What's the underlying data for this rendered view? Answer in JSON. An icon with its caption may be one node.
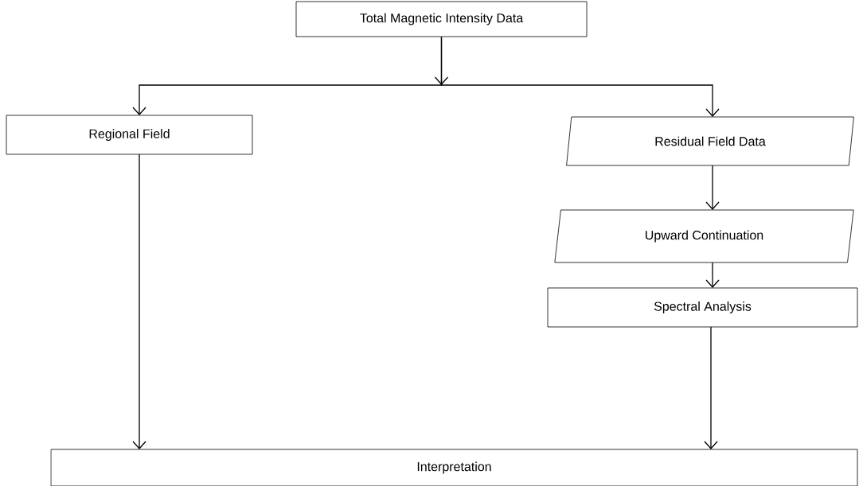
{
  "diagram": {
    "nodes": [
      {
        "text": [
          "Total Magnetic Intensity Data"
        ]
      },
      {
        "text": [
          "Regional Field"
        ]
      },
      {
        "text": [
          "Residual Field Data"
        ]
      },
      {
        "text": [
          "Upward Continuation"
        ]
      },
      {
        "text": [
          "Spectral Analysis"
        ]
      },
      {
        "text": [
          "Interpretation"
        ]
      }
    ],
    "edges": [
      {
        "from": 0,
        "to": 1,
        "arrow": "to"
      },
      {
        "from": 0,
        "to": 2,
        "arrow": "to"
      },
      {
        "from": 1,
        "to": 5,
        "arrow": "to"
      },
      {
        "from": 2,
        "to": 3,
        "arrow": "to"
      },
      {
        "from": 3,
        "to": 4,
        "arrow": "to"
      },
      {
        "from": 4,
        "to": 5,
        "arrow": "to"
      }
    ]
  }
}
